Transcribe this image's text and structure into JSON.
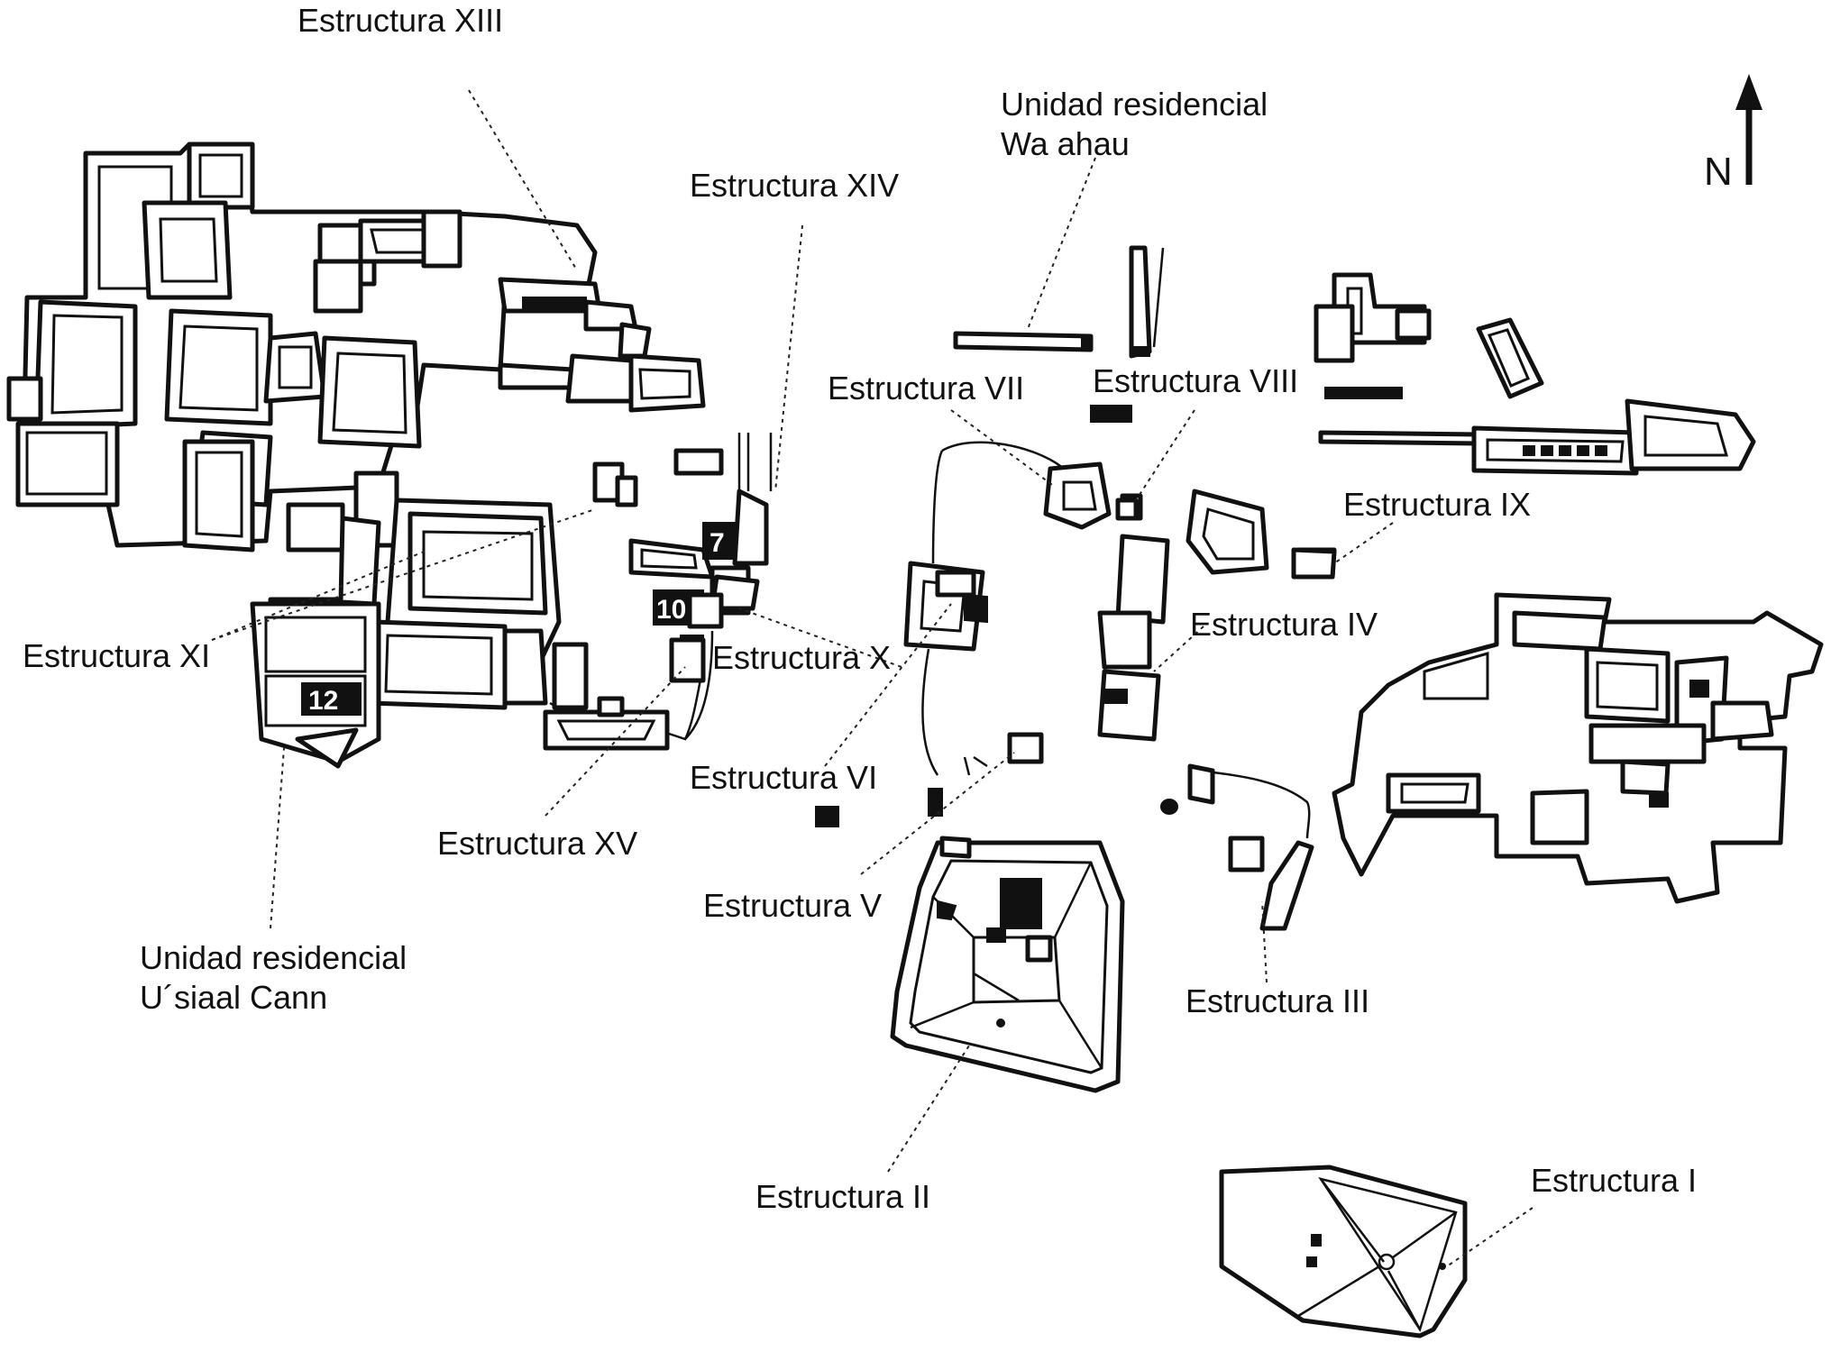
{
  "map": {
    "north_label": "N",
    "labels": {
      "estructura_xiii": "Estructura XIII",
      "unidad_wa_ahau_line1": "Unidad residencial",
      "unidad_wa_ahau_line2": "Wa ahau",
      "estructura_xiv": "Estructura XIV",
      "estructura_vii": "Estructura VII",
      "estructura_viii": "Estructura VIII",
      "estructura_ix": "Estructura IX",
      "estructura_xi": "Estructura XI",
      "estructura_x": "Estructura X",
      "estructura_iv": "Estructura IV",
      "estructura_vi": "Estructura VI",
      "estructura_xv": "Estructura XV",
      "estructura_v": "Estructura V",
      "estructura_iii": "Estructura III",
      "unidad_usiaal_line1": "Unidad residencial",
      "unidad_usiaal_line2": "U´siaal Cann",
      "estructura_ii": "Estructura II",
      "estructura_i": "Estructura I"
    },
    "markers": {
      "m7": "7",
      "m10": "10",
      "m12": "12"
    }
  }
}
